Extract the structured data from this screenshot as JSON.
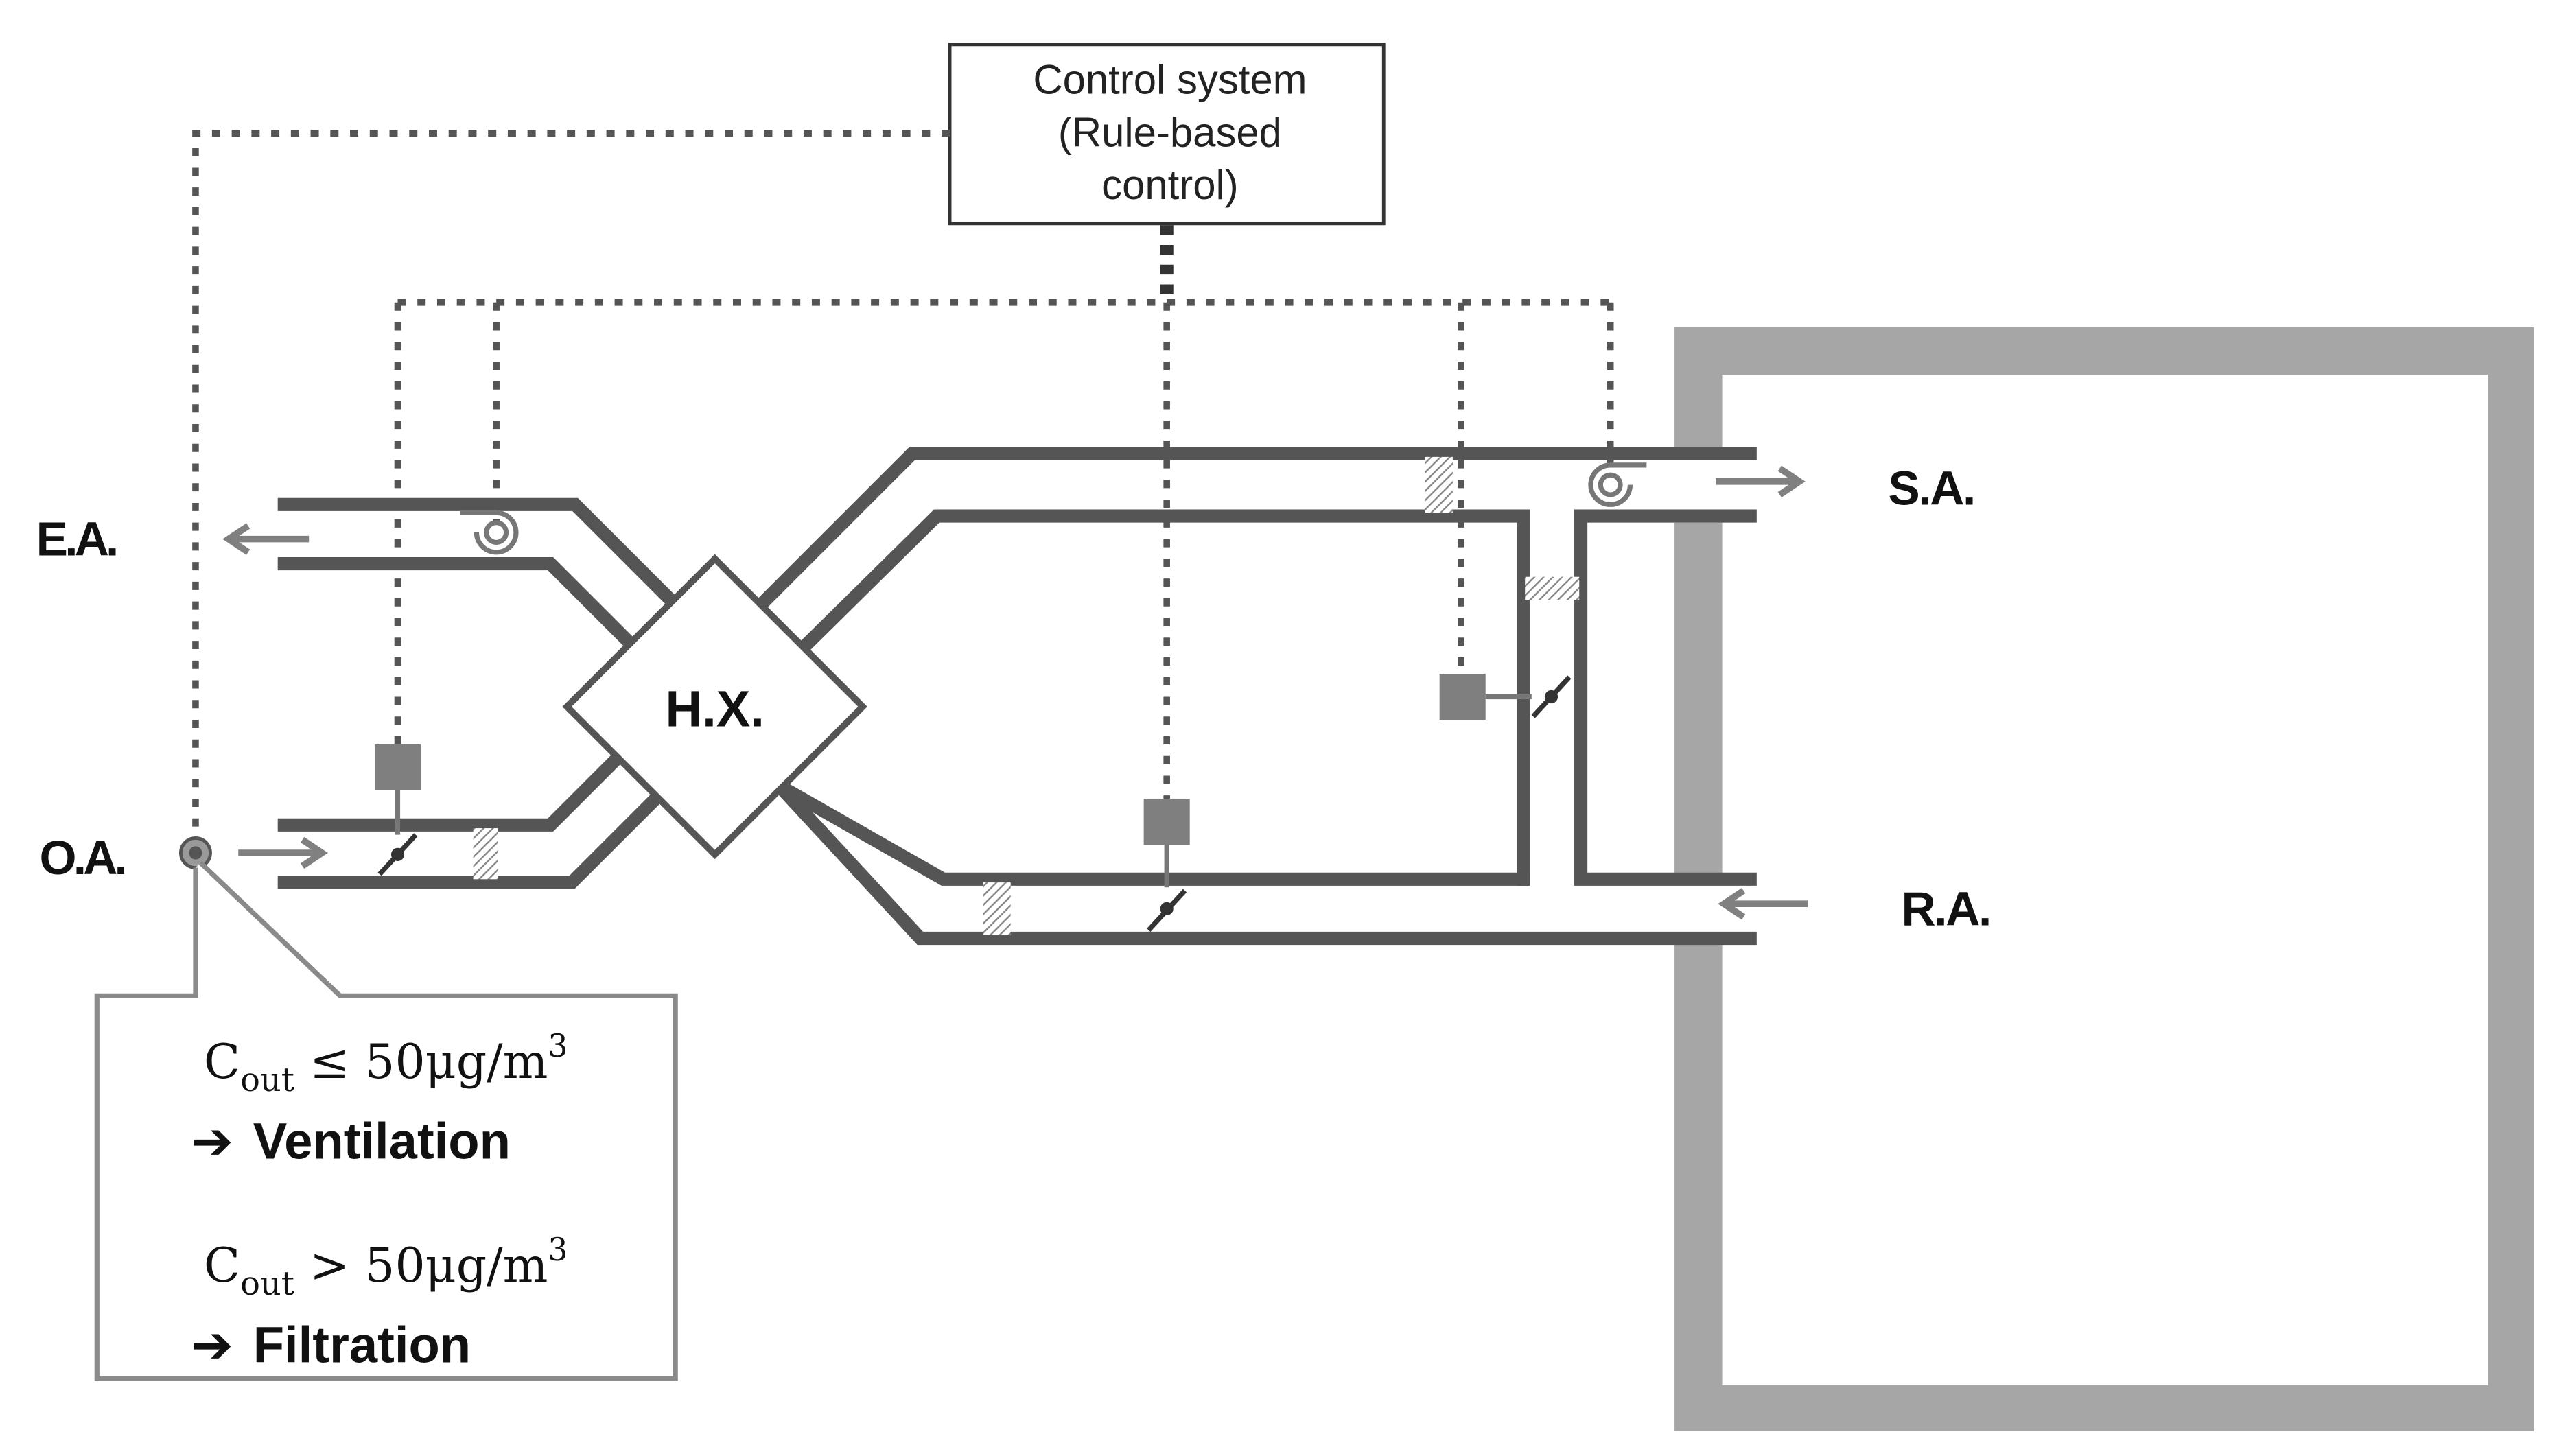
{
  "control_box": {
    "line1": "Control system",
    "line2": "(Rule-based",
    "line3": "control)"
  },
  "ports": {
    "exhaust": "E.A.",
    "outdoor": "O.A.",
    "supply": "S.A.",
    "return": "R.A."
  },
  "heat_exchanger": "H.X.",
  "rules": {
    "condition1": {
      "base": "C",
      "subscript": "out",
      "rest": " ≤ 50μg/m",
      "superscript": "3"
    },
    "action1": "Ventilation",
    "condition2": {
      "base": "C",
      "subscript": "out",
      "rest": " > 50μg/m",
      "superscript": "3"
    },
    "action2": "Filtration",
    "arrow_glyph": "➔"
  },
  "colors": {
    "duct_stroke": "#555555",
    "room_wall": "#a6a6a6",
    "actuator": "#7f7f7f"
  },
  "icons": [
    "fan-icon",
    "damper-icon",
    "filter-icon",
    "sensor-icon",
    "actuator-icon",
    "arrow-icon"
  ]
}
